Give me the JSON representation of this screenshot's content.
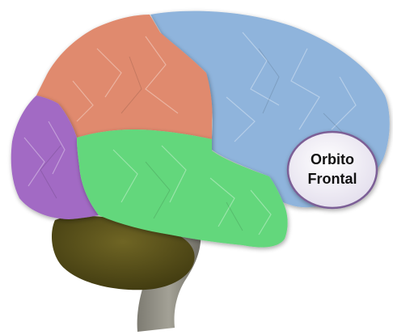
{
  "diagram": {
    "label": {
      "line1": "Orbito",
      "line2": "Frontal"
    },
    "regions": [
      {
        "name": "frontal-lobe",
        "color": "#8fb4dc"
      },
      {
        "name": "parietal-lobe",
        "color": "#e08a6e"
      },
      {
        "name": "occipital-lobe",
        "color": "#a26bc4"
      },
      {
        "name": "temporal-lobe",
        "color": "#64d77c"
      },
      {
        "name": "cerebellum",
        "color": "#5c5219"
      },
      {
        "name": "brainstem",
        "color": "#8d8b80"
      }
    ],
    "label_bubble_color": "#e9e6f1",
    "label_border_color": "#7b5e96"
  }
}
